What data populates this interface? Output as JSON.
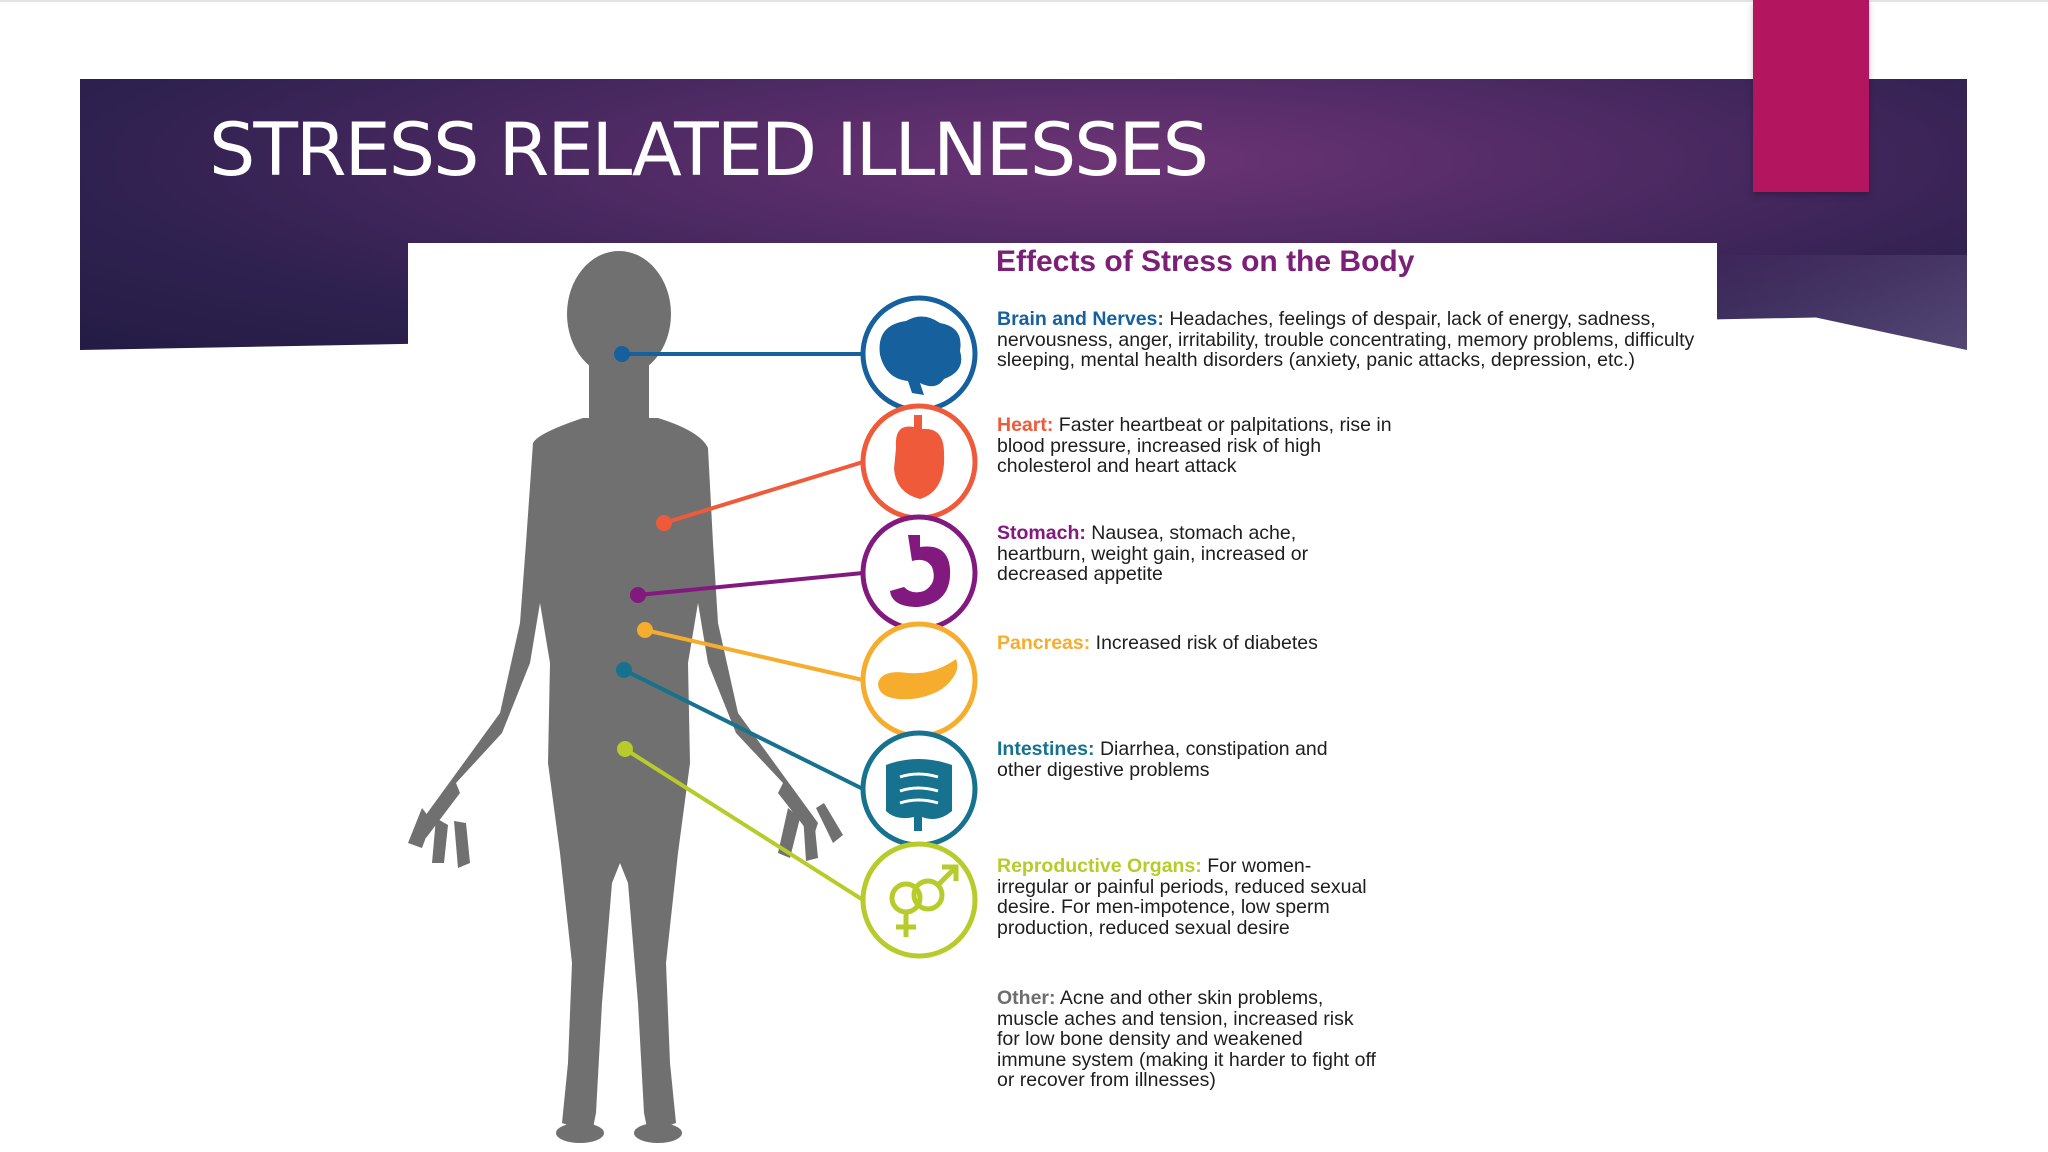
{
  "slide": {
    "title": "STRESS RELATED ILLNESSES"
  },
  "infographic": {
    "title": "Effects of Stress on the Body",
    "effects": [
      {
        "label": "Brain and Nerves:",
        "text": " Headaches, feelings of despair, lack of energy, sadness, nervousness, anger, irritability, trouble concentrating, memory problems, difficulty sleeping, mental health disorders (anxiety, panic attacks, depression, etc.)",
        "color": "#15609d",
        "icon": "brain-icon"
      },
      {
        "label": "Heart:",
        "text": " Faster heartbeat or palpitations, rise in blood pressure, increased risk of high cholesterol and heart attack",
        "color": "#ef5a3a",
        "icon": "heart-icon"
      },
      {
        "label": "Stomach:",
        "text": " Nausea, stomach ache, heartburn, weight gain, increased or decreased appetite",
        "color": "#82197e",
        "icon": "stomach-icon"
      },
      {
        "label": "Pancreas:",
        "text": " Increased risk of diabetes",
        "color": "#f6ad2e",
        "icon": "pancreas-icon"
      },
      {
        "label": "Intestines:",
        "text": " Diarrhea, constipation and other digestive problems",
        "color": "#16728e",
        "icon": "intestines-icon"
      },
      {
        "label": "Reproductive Organs:",
        "text": "  For women-irregular or painful periods, reduced sexual desire.  For men-impotence, low sperm production, reduced sexual desire",
        "color": "#b7cc2a",
        "icon": "gender-symbols-icon"
      },
      {
        "label": "Other:",
        "text": " Acne and other skin problems, muscle aches and tension, increased risk for low bone density and weakened immune system (making it harder to fight off or recover from illnesses)",
        "color": "#6d6d6d",
        "icon": ""
      }
    ]
  },
  "colors": {
    "banner": "#3b2357",
    "accent_tab": "#b3155f",
    "body_silhouette": "#707070",
    "title_purple": "#7b1f77"
  }
}
